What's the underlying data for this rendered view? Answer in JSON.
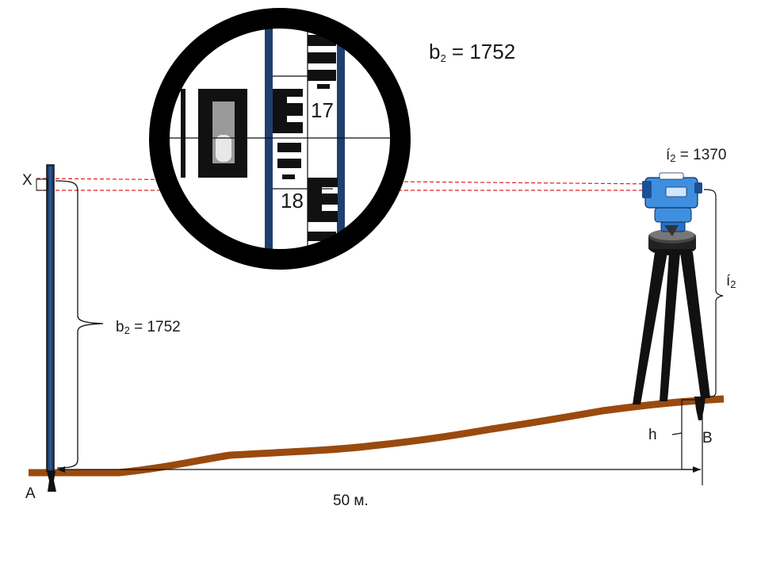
{
  "diagram": {
    "top_reading": {
      "var": "b",
      "sub": "2",
      "rest": " = 1752"
    },
    "staff_reading": {
      "var": "b",
      "sub": "2",
      "rest": " = 1752"
    },
    "instrument_height": {
      "var": "í",
      "sub": "2",
      "rest": " = 1370"
    },
    "instrument_bracket": {
      "var": "í",
      "sub": "2"
    },
    "point_x": "X",
    "point_a": "A",
    "point_b": "B",
    "height_diff": "h",
    "distance": "50 м.",
    "scale_mark_upper": "17",
    "scale_mark_lower": "18",
    "colors": {
      "ground": "#9a4a0f",
      "sight_line": "#e02020",
      "instrument": "#3f8fe0",
      "rod_stripe": "#1f3f6f",
      "outline": "#000000"
    }
  }
}
